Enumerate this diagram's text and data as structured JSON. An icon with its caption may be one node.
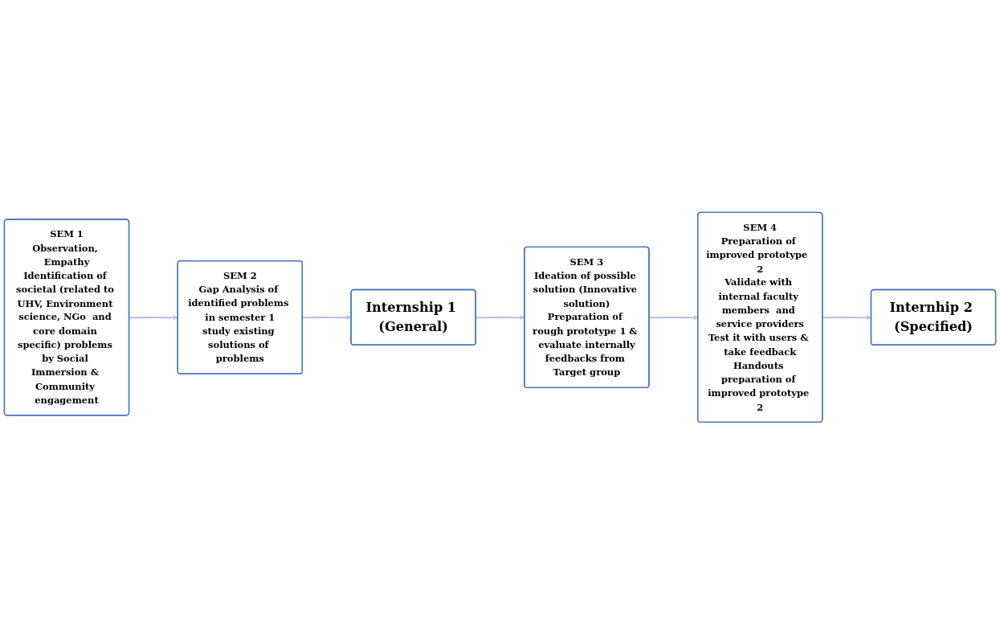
{
  "diagram": {
    "nodes": [
      {
        "text": [
          "SEM 1",
          "Observation, Empathy",
          "Identification of societal (related to UHV, Environment science, NGo  and core domain specific) problems by Social Immersion & Community engagement"
        ]
      },
      {
        "text": [
          "SEM 2",
          "Gap Analysis of identified problems in semester 1",
          "study existing solutions of problems"
        ]
      },
      {
        "text": [
          "Internship 1 (General)"
        ]
      },
      {
        "text": [
          "SEM 3",
          "Ideation of possible solution (Innovative solution)",
          "Preparation of rough prototype 1 & evaluate internally",
          "feedbacks from Target group"
        ]
      },
      {
        "text": [
          "SEM 4",
          "Preparation of improved prototype  2",
          "Validate with internal faculty members  and service providers",
          "Test it with users & take feedback",
          "Handouts preparation of improved prototype 2"
        ]
      },
      {
        "text": [
          "Internhip 2 (Specified)"
        ]
      }
    ],
    "edges": [
      {
        "from": 0,
        "to": 1,
        "arrow": "to"
      },
      {
        "from": 1,
        "to": 2,
        "arrow": "to"
      },
      {
        "from": 2,
        "to": 3,
        "arrow": "to"
      },
      {
        "from": 3,
        "to": 4,
        "arrow": "to"
      },
      {
        "from": 4,
        "to": 5,
        "arrow": "to"
      }
    ]
  }
}
